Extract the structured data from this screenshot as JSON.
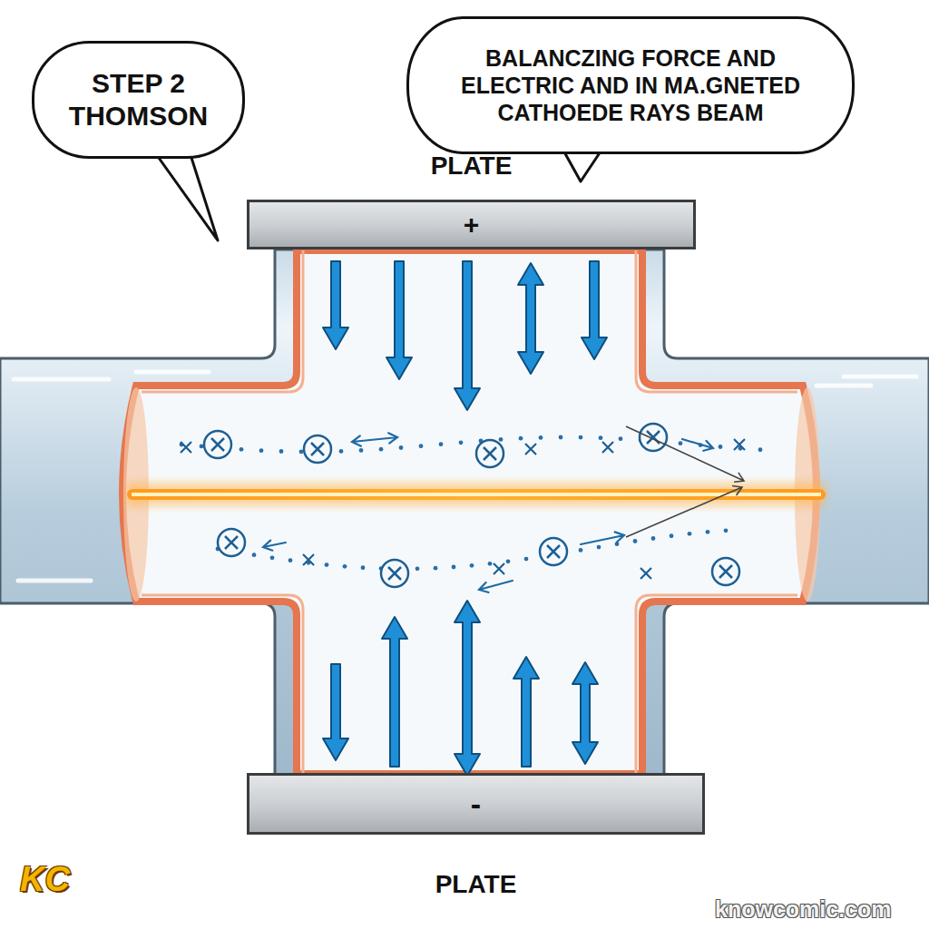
{
  "diagram": {
    "nodes": [
      {
        "text": [
          "STEP 2 THOMSON"
        ]
      },
      {
        "text": [
          "BALANCZING FORCE AND ELECTRIC AND IN MA.GNETED CATHOEDE RAYS BEAM"
        ]
      },
      {
        "text": [
          "PLATE",
          "+"
        ]
      },
      {
        "text": [
          "-",
          "PLATE"
        ]
      }
    ],
    "labels": [
      "KC",
      "knowcomic.com"
    ]
  }
}
